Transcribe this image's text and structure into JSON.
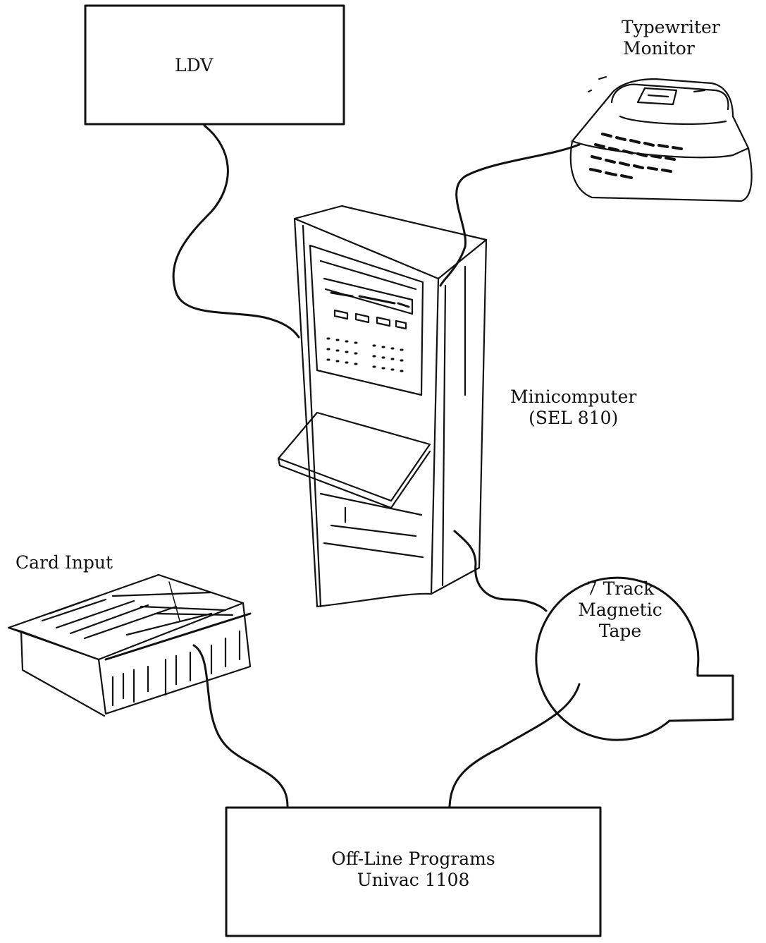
{
  "nodes": {
    "ldv": {
      "label": "LDV"
    },
    "typewriter": {
      "line1": "Typewriter",
      "line2": "Monitor"
    },
    "minicomputer": {
      "line1": "Minicomputer",
      "line2": "(SEL 810)"
    },
    "card_input": {
      "label": "Card Input"
    },
    "tape": {
      "line1": "7 Track",
      "line2": "Magnetic",
      "line3": "Tape"
    },
    "offline": {
      "line1": "Off-Line Programs",
      "line2": "Univac 1108"
    }
  },
  "colors": {
    "ink": "#111111",
    "paper": "#ffffff"
  }
}
